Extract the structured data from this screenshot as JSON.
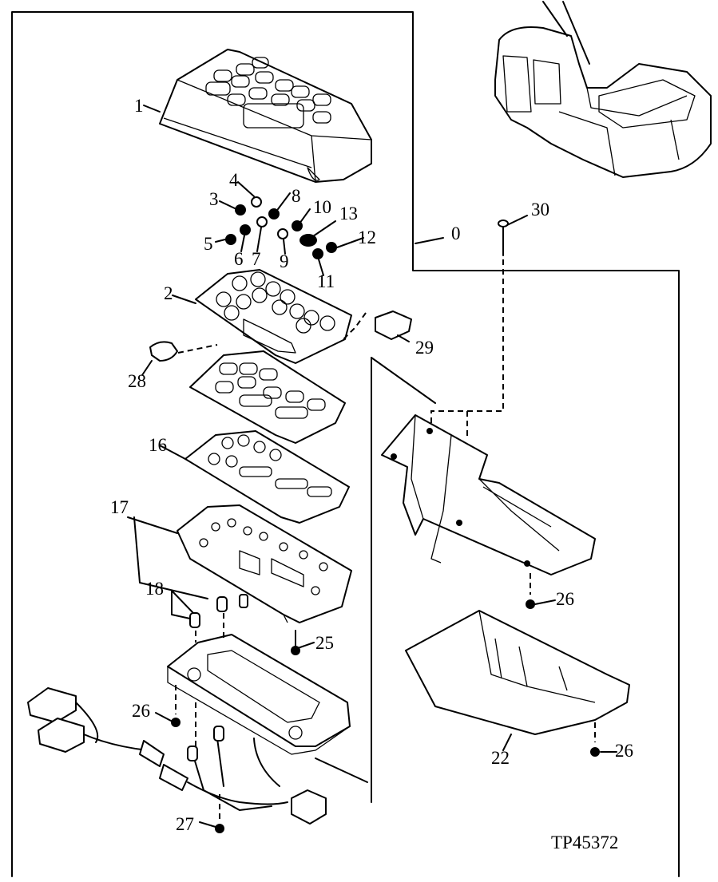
{
  "diagram": {
    "code": "TP45372",
    "labels": {
      "l0": "0",
      "l1": "1",
      "l2": "2",
      "l3": "3",
      "l4": "4",
      "l5": "5",
      "l6": "6",
      "l7": "7",
      "l8": "8",
      "l9": "9",
      "l10": "10",
      "l11": "11",
      "l12": "12",
      "l13": "13",
      "l16": "16",
      "l17": "17",
      "l18": "18",
      "l22": "22",
      "l25": "25",
      "l26a": "26",
      "l26b": "26",
      "l26c": "26",
      "l27": "27",
      "l28": "28",
      "l29": "29",
      "l30": "30"
    }
  }
}
